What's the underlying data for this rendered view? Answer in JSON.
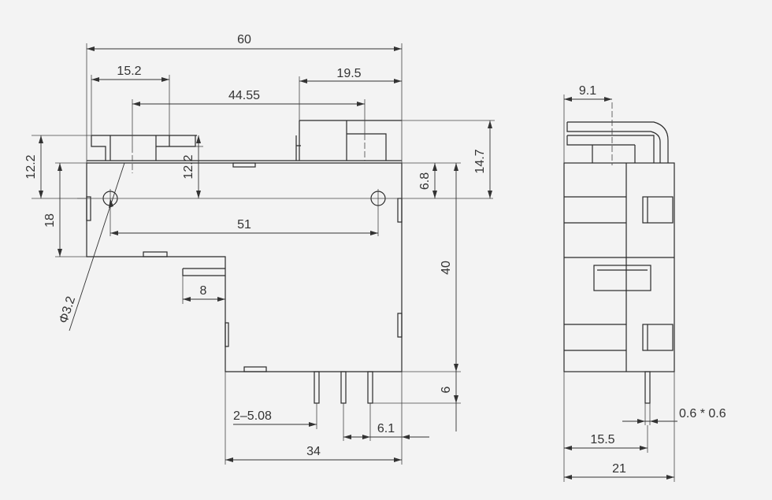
{
  "dimensions": {
    "overall_width": "60",
    "left_tab_width": "15.2",
    "hole_to_term": "44.55",
    "right_block": "19.5",
    "left_height": "12.2",
    "tab_height": "12.2",
    "mount_height": "18",
    "hole_spacing": "51",
    "hole_dia": "Φ3.2",
    "hole_offset": "6.8",
    "right_height": "14.7",
    "body_height": "40",
    "step_width": "8",
    "pin_length": "6",
    "pin_pitch": "2–5.08",
    "pin_offset": "6.1",
    "bottom_width": "34",
    "side_top_offset": "9.1",
    "pin_size": "0.6 * 0.6",
    "side_pin_offset": "15.5",
    "side_width": "21"
  }
}
